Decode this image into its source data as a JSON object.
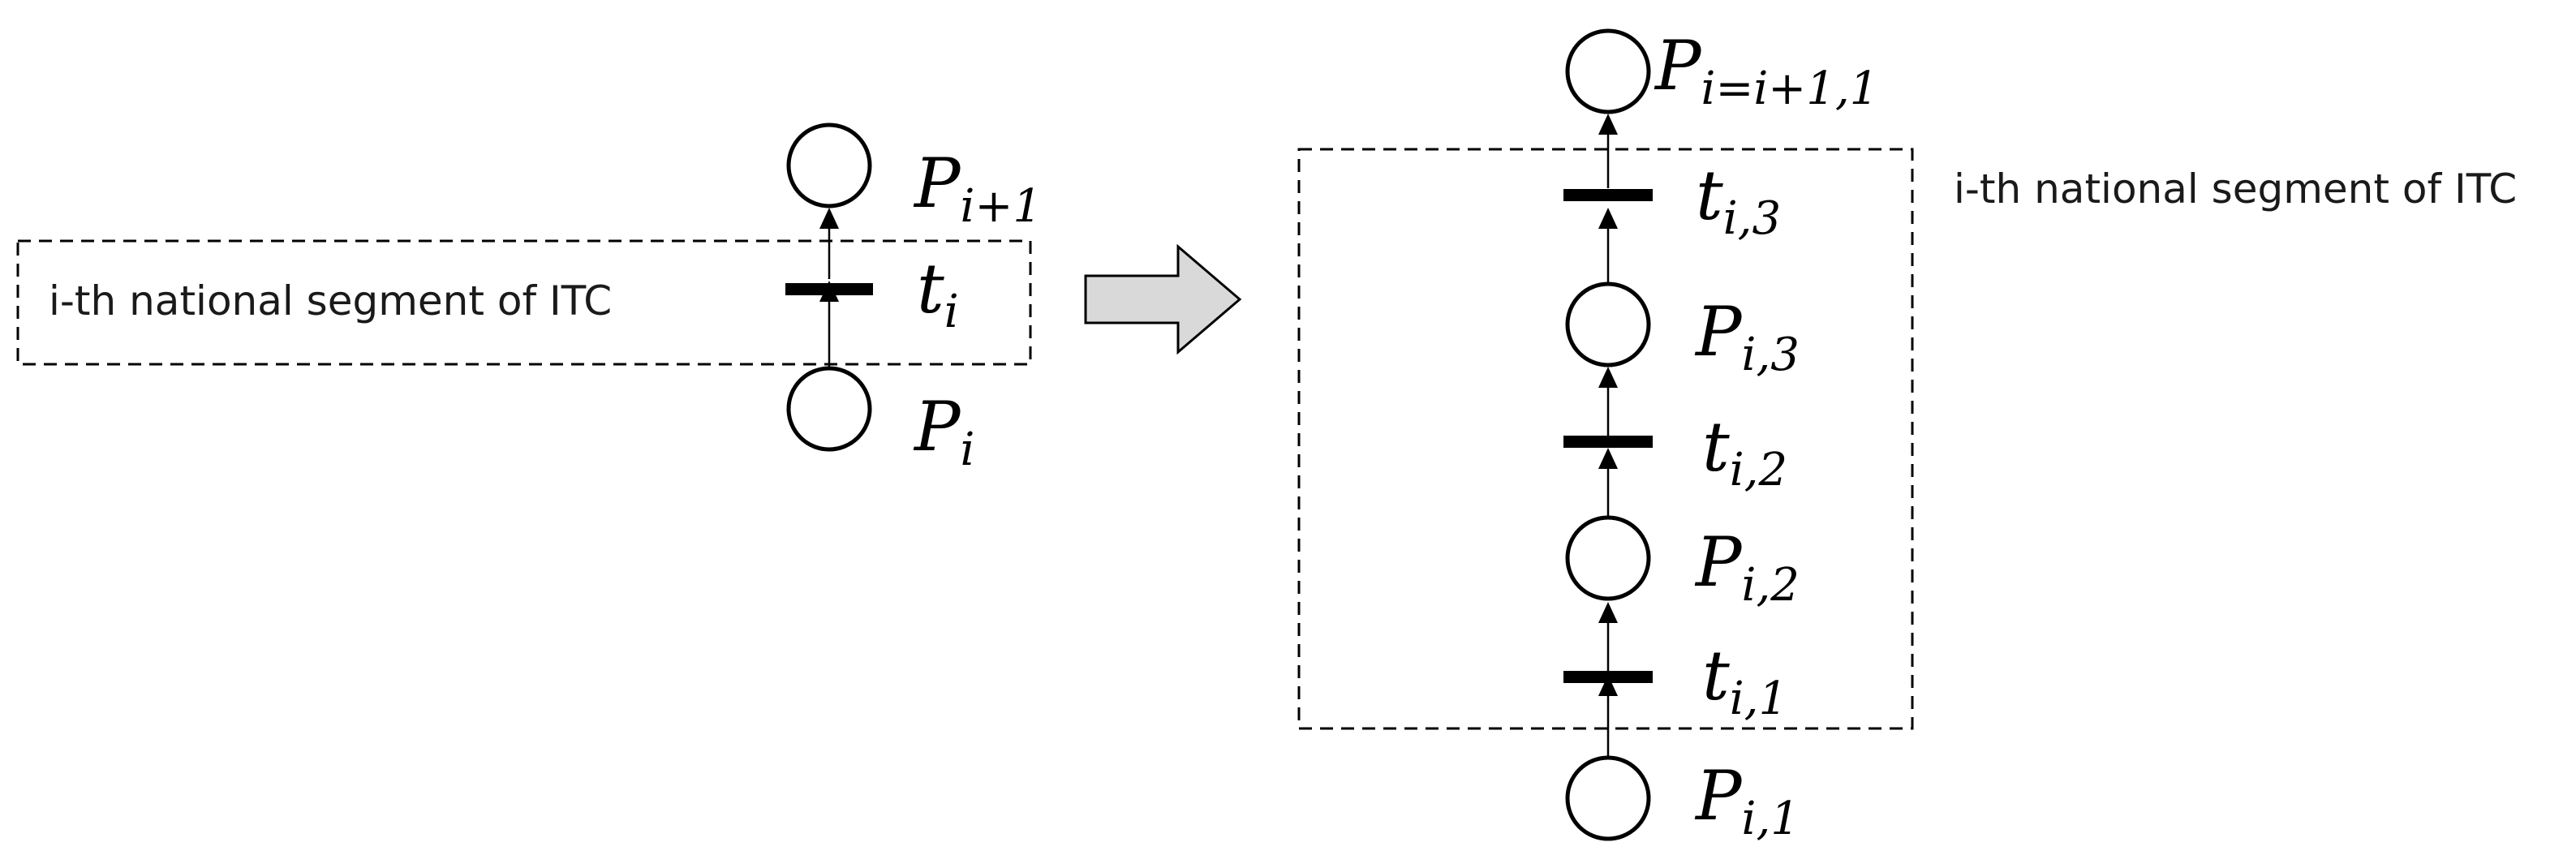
{
  "left": {
    "segment_label": "i-th national segment of ITC",
    "places": [
      {
        "id": "P_i",
        "base": "P",
        "sub": "i"
      },
      {
        "id": "P_i+1",
        "base": "P",
        "sub": "i+1"
      }
    ],
    "transitions": [
      {
        "id": "t_i",
        "base": "t",
        "sub": "i"
      }
    ]
  },
  "right": {
    "segment_label": "i-th national segment of ITC",
    "places": [
      {
        "id": "P_i,1",
        "base": "P",
        "sub": "i,1"
      },
      {
        "id": "P_i,2",
        "base": "P",
        "sub": "i,2"
      },
      {
        "id": "P_i,3",
        "base": "P",
        "sub": "i,3"
      },
      {
        "id": "P_i=i+1,1",
        "base": "P",
        "sub": "i=i+1,1"
      }
    ],
    "transitions": [
      {
        "id": "t_i,1",
        "base": "t",
        "sub": "i,1"
      },
      {
        "id": "t_i,2",
        "base": "t",
        "sub": "i,2"
      },
      {
        "id": "t_i,3",
        "base": "t",
        "sub": "i,3"
      }
    ]
  },
  "colors": {
    "stroke": "#000000",
    "arrow_fill": "#d9d9d9"
  }
}
